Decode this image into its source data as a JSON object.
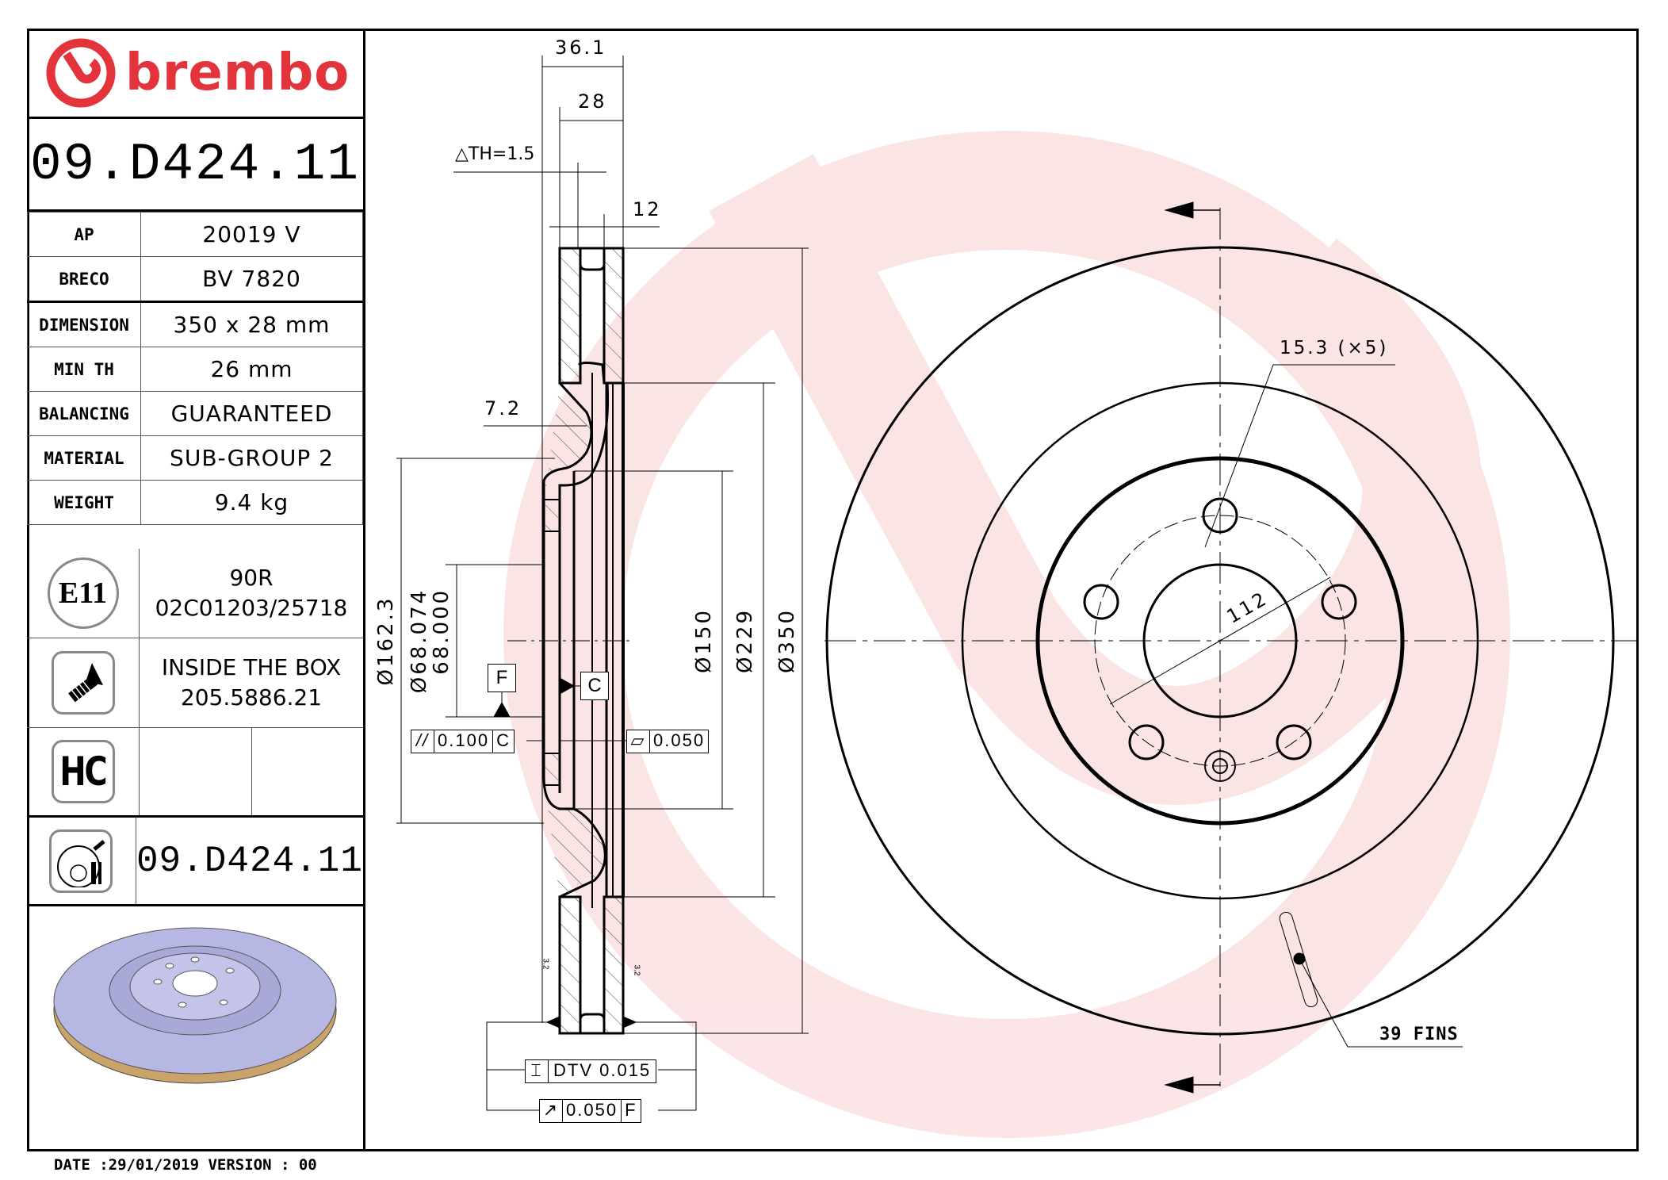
{
  "brand": {
    "name": "brembo",
    "color": "#e3343b"
  },
  "part_number": "09.D424.11",
  "specs": [
    {
      "key": "AP",
      "value": "20019 V"
    },
    {
      "key": "BRECO",
      "value": "BV 7820"
    },
    {
      "key": "DIMENSION",
      "value": "350 x 28 mm"
    },
    {
      "key": "MIN TH",
      "value": "26 mm"
    },
    {
      "key": "BALANCING",
      "value": "GUARANTEED"
    },
    {
      "key": "MATERIAL",
      "value": "SUB-GROUP 2"
    },
    {
      "key": "WEIGHT",
      "value": "9.4 kg"
    }
  ],
  "approval": {
    "icon": "e11-homologation-icon",
    "icon_label": "E11",
    "line1": "90R",
    "line2": "02C01203/25718"
  },
  "screw": {
    "icon": "screw-icon",
    "line1": "INSIDE THE BOX",
    "line2": "205.5886.21"
  },
  "hc": {
    "icon": "hc-coating-icon",
    "icon_label": "HC"
  },
  "disc_code": {
    "icon": "brake-disc-icon",
    "value": "09.D424.11"
  },
  "footer": {
    "text": "DATE :29/01/2019 VERSION : 00"
  },
  "section_view": {
    "dim_overall_width": "36.1",
    "dim_thickness": "28",
    "dim_delta_th": "△TH=1.5",
    "dim_vent": "12",
    "dim_hat_offset": "7.2",
    "dia_162": "Ø162.3",
    "dia_68_upper": "Ø68.074",
    "dia_68_lower": "68.000",
    "dia_150": "Ø150",
    "dia_229": "Ø229",
    "dia_350": "Ø350",
    "datum_f": "F",
    "datum_c": "C",
    "parallelism": {
      "symbol": "//",
      "value": "0.100",
      "ref": "C"
    },
    "flatness": {
      "symbol": "▱",
      "value": "0.050"
    },
    "dtv": {
      "symbol": "⌶",
      "label": "DTV 0.015"
    },
    "runout": {
      "symbol": "↗",
      "value": "0.050",
      "ref": "F"
    },
    "roughness_left": "3.2",
    "roughness_right": "3.2"
  },
  "front_view": {
    "bolt_hole": "15.3 (×5)",
    "pcd": "112",
    "fins": "39 FINS"
  }
}
